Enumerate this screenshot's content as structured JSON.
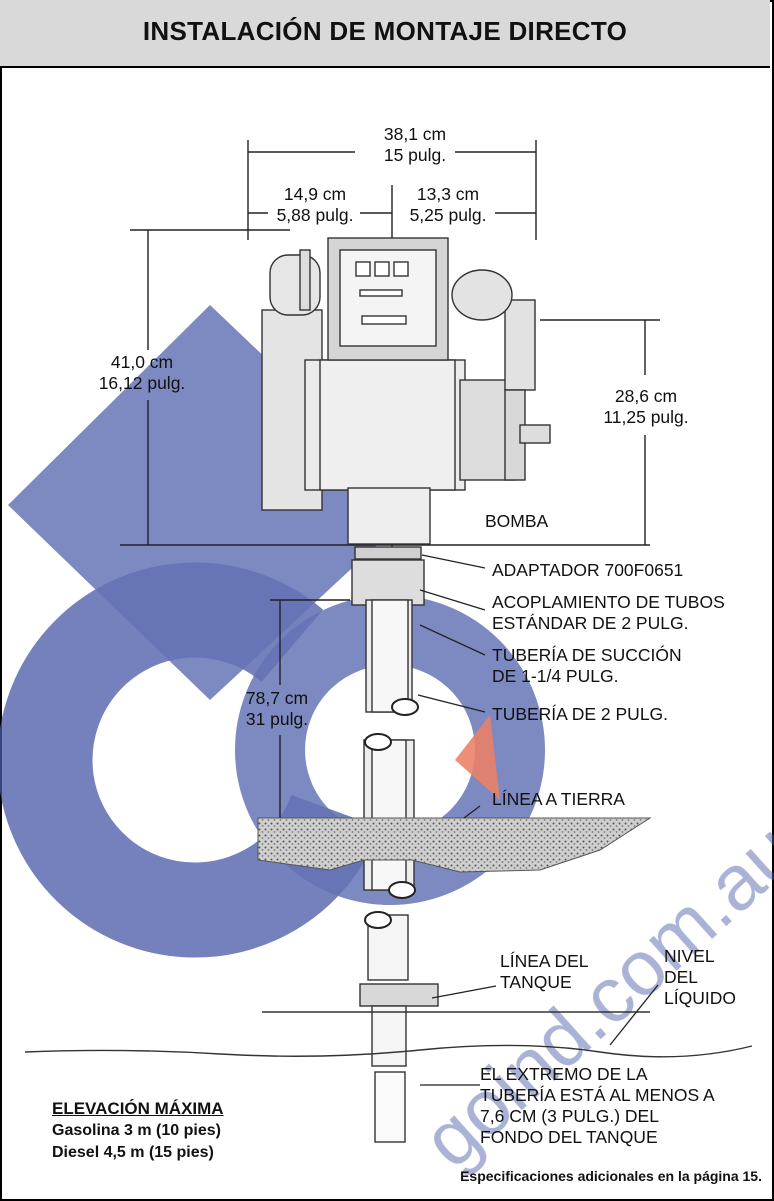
{
  "title": "INSTALACIÓN DE MONTAJE DIRECTO",
  "dimensions": {
    "overall_width": {
      "metric": "38,1 cm",
      "imperial": "15 pulg."
    },
    "left_width": {
      "metric": "14,9 cm",
      "imperial": "5,88 pulg."
    },
    "right_width": {
      "metric": "13,3 cm",
      "imperial": "5,25 pulg."
    },
    "overall_height": {
      "metric": "41,0 cm",
      "imperial": "16,12 pulg."
    },
    "pump_height": {
      "metric": "28,6 cm",
      "imperial": "11,25 pulg."
    },
    "pipe_length": {
      "metric": "78,7 cm",
      "imperial": "31 pulg."
    }
  },
  "callouts": {
    "pump": "BOMBA",
    "adapter": "ADAPTADOR 700F0651",
    "coupling_line1": "ACOPLAMIENTO DE TUBOS",
    "coupling_line2": "ESTÁNDAR DE 2 PULG.",
    "suction_line1": "TUBERÍA DE SUCCIÓN",
    "suction_line2": "DE 1-1/4 PULG.",
    "pipe_2in": "TUBERÍA DE 2 PULG.",
    "ground_line": "LÍNEA A TIERRA",
    "tank_line1": "LÍNEA DEL",
    "tank_line2": "TANQUE",
    "liquid_line1": "NIVEL",
    "liquid_line2": "DEL",
    "liquid_line3": "LÍQUIDO",
    "pipe_end_line1": "EL EXTREMO DE LA",
    "pipe_end_line2": "TUBERÍA ESTÁ AL MENOS A",
    "pipe_end_line3": "7,6 CM (3 PULG.) DEL",
    "pipe_end_line4": "FONDO DEL TANQUE"
  },
  "max_lift": {
    "title": "ELEVACIÓN MÁXIMA",
    "gasoline": "Gasolina 3 m (10 pies)",
    "diesel": "Diesel 4,5 m (15 pies)"
  },
  "footer": "Especificaciones adicionales en la página 15.",
  "watermark": {
    "text": "GO goind.com.au",
    "blue": "#3a4a9a",
    "red": "#e0503a"
  }
}
